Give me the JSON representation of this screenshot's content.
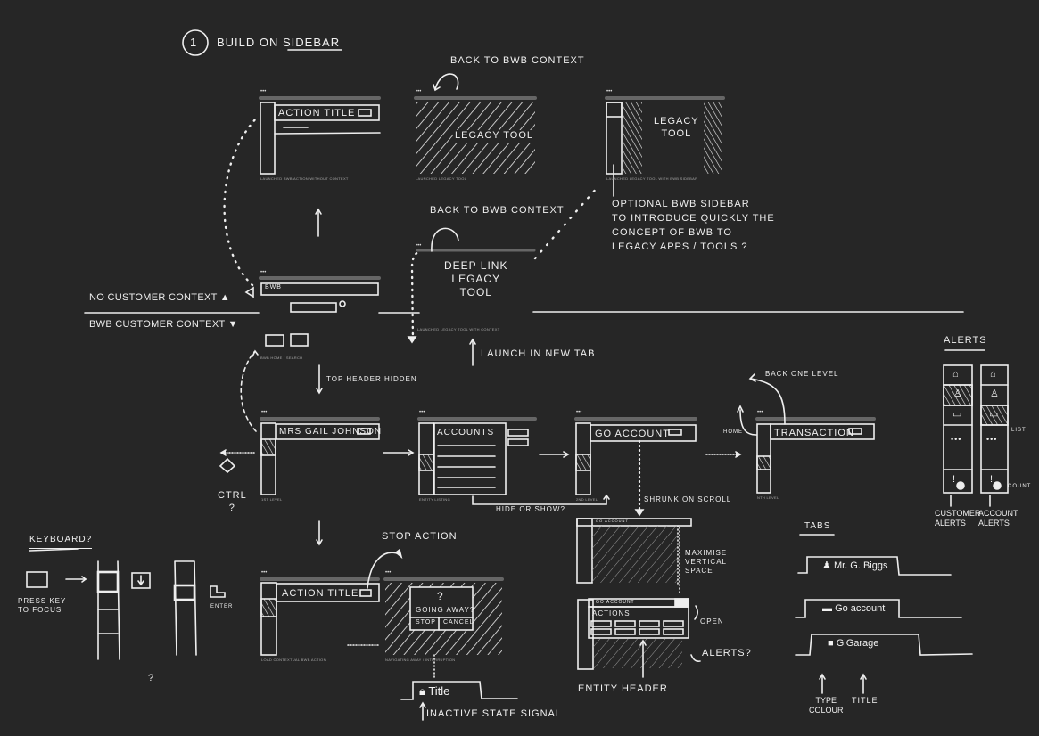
{
  "title": {
    "number": "1",
    "text": "Build on sidebar"
  },
  "context": {
    "none": "NO CUSTOMER CONTEXT ▲",
    "bwb": "BWB CUSTOMER CONTEXT ▼"
  },
  "notes": {
    "back_to_bwb_1": "Back to BWB context",
    "back_to_bwb_2": "Back to BWB context",
    "deep_link": "Deep link\nlegacy\ntool",
    "optional_sidebar": "Optional BWB sidebar\nto introduce quickly the\nconcept of BWB to\nlegacy apps / tools ?",
    "launch_new_tab": "Launch in new tab",
    "top_header_hidden": "Top header hidden",
    "hide_or_show": "Hide or show?",
    "shrunk_on_scroll": "Shrunk on scroll",
    "back_one_level": "Back one level",
    "home": "Home",
    "ctrl": "CTRL\n?",
    "stop_action": "Stop action",
    "inactive_state": "Inactive state signal",
    "maximise": "Maximise\nvertical\nspace",
    "open": "Open",
    "alerts_q": "Alerts?",
    "entity_header": "Entity header",
    "keyboard": "Keyboard?",
    "press_key": "Press key\nto focus",
    "enter": "Enter",
    "question": "?"
  },
  "frames": {
    "action_no_context": {
      "title": "Action title",
      "caption": "Launched BWB action without context"
    },
    "legacy_tool": {
      "title": "Legacy tool",
      "caption": "Launched legacy tool"
    },
    "legacy_sidebar": {
      "title": "Legacy\ntool",
      "caption": "Launched legacy tool with BWB sidebar"
    },
    "home_search": {
      "title": "BWB",
      "caption": "BWB home / search"
    },
    "legacy_context": {
      "caption": "Launched legacy tool with context"
    },
    "first_level": {
      "title": "Mrs Gail Johnson",
      "caption": "1st level"
    },
    "entity_listing": {
      "title": "Accounts",
      "caption": "Entity listing"
    },
    "second_level": {
      "title": "Go Account",
      "caption": "2nd level"
    },
    "nth_level": {
      "title": "Transaction",
      "caption": "Nth level"
    },
    "contextual_action": {
      "title": "Action title",
      "caption": "Load contextual BWB action"
    },
    "navigating_away": {
      "question": "?",
      "text": "Going away?",
      "stop": "Stop",
      "cancel": "Cancel",
      "caption": "Navigating away / interruption"
    },
    "shrunk": {
      "title": "Go account"
    },
    "actions": {
      "title": "Go account",
      "label": "Actions"
    },
    "inactive_tab": {
      "title": "Title"
    }
  },
  "alerts": {
    "heading": "Alerts",
    "list": "List",
    "count": "Count",
    "customer": "Customer\nalerts",
    "account": "Account\nalerts",
    "dots": "•••"
  },
  "tabs": {
    "heading": "Tabs",
    "items": [
      {
        "label": "Mr. G. Biggs"
      },
      {
        "label": "Go account"
      },
      {
        "label": "GiGarage"
      }
    ],
    "type_colour": "Type\ncolour",
    "title": "Title"
  }
}
